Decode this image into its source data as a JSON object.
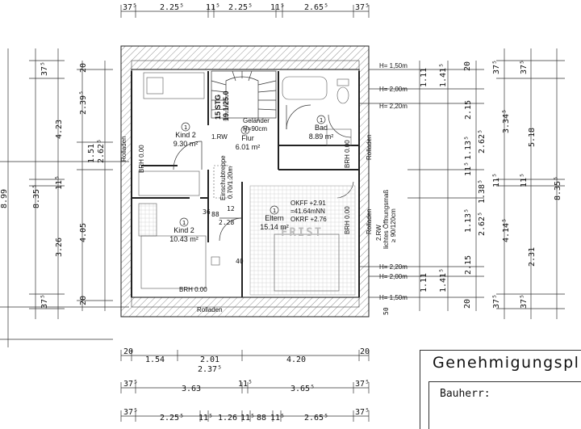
{
  "title": "Genehmigungspl",
  "bauherr_label": "Bauherr:",
  "watermark": "FRIST",
  "rooms": {
    "kind2_top": {
      "num": "1",
      "name": "Kind 2",
      "area": "9.30 m²"
    },
    "kind2_bottom": {
      "num": "1",
      "name": "Kind 2",
      "area": "10.43 m²"
    },
    "flur": {
      "num": "1",
      "name": "Flur",
      "area": "6.01 m²"
    },
    "bad": {
      "num": "1",
      "name": "Bad",
      "area": "8.89 m²"
    },
    "eltern": {
      "num": "1",
      "name": "Eltern",
      "area": "15.14 m²"
    }
  },
  "labels": {
    "rw": "1.RW",
    "gelaender": "Geländer",
    "gelaender_h": "H=90cm",
    "stair1": "15 STG",
    "stair2": "19.1/25.0",
    "einschub1": "Einschubtreppe",
    "einschub2": "0.70/1.20m",
    "okff1": "OKFF +2.91",
    "okff2": "=41.64mNN",
    "okff3": "OKRF +2.76",
    "rw2_1": "2.RW",
    "rw2_2": "lichtes Öffnungsmaß",
    "rw2_3": "≥ 90/120cm",
    "rolladen": "Rolladen",
    "brh": "BRH 0.00",
    "d36": "36",
    "d88": "88",
    "d12": "12",
    "d228": "2.28",
    "d40": "40",
    "d50": "50"
  },
  "heights": {
    "h150": "H= 1,50m",
    "h200": "H= 2,00m",
    "h220": "H= 2,20m",
    "h220b": "H= 2,20m",
    "h200b": "H= 2,00m",
    "h150b": "H= 1,50m"
  },
  "dims_top": [
    "37⁵",
    "2.25⁵",
    "11⁵",
    "2.25⁵",
    "11⁵",
    "2.65⁵",
    "37⁵"
  ],
  "dims_bottom1": [
    "20",
    "1.54",
    "2.01",
    "4.20",
    "20"
  ],
  "dims_bottom1b": "2.37⁵",
  "dims_bottom2": [
    "37⁵",
    "3.63",
    "11⁵",
    "3.65⁵",
    "37⁵"
  ],
  "dims_bottom3": [
    "37⁵",
    "2.25⁵",
    "11⁵",
    "1.26",
    "11⁵",
    "88",
    "11⁵",
    "2.65⁵",
    "37⁵"
  ],
  "dims_left_a": [
    "37⁵",
    "4.23",
    "11⁵",
    "3.26",
    "37⁵"
  ],
  "dims_left_b": [
    "20",
    "2.39⁵",
    "1.51",
    "2.62⁵",
    "4.05",
    "20"
  ],
  "dims_left_c": [
    "8.35⁵",
    "8.99"
  ],
  "dims_right_a": [
    "20",
    "1.11",
    "2.15",
    "1.13⁵",
    "11⁵",
    "1.13⁵",
    "2.15",
    "1.11",
    "20"
  ],
  "dims_right_b": [
    "1.41⁵",
    "2.62⁵",
    "1.38⁵",
    "2.62⁵",
    "1.41⁵"
  ],
  "dims_right_c": [
    "37⁵",
    "3.34⁵",
    "11⁵",
    "4.14⁵",
    "37⁵"
  ],
  "dims_right_d": [
    "37⁵",
    "5.18",
    "11⁵",
    "2.31",
    "37⁵"
  ],
  "dims_right_e": "8.35⁵"
}
